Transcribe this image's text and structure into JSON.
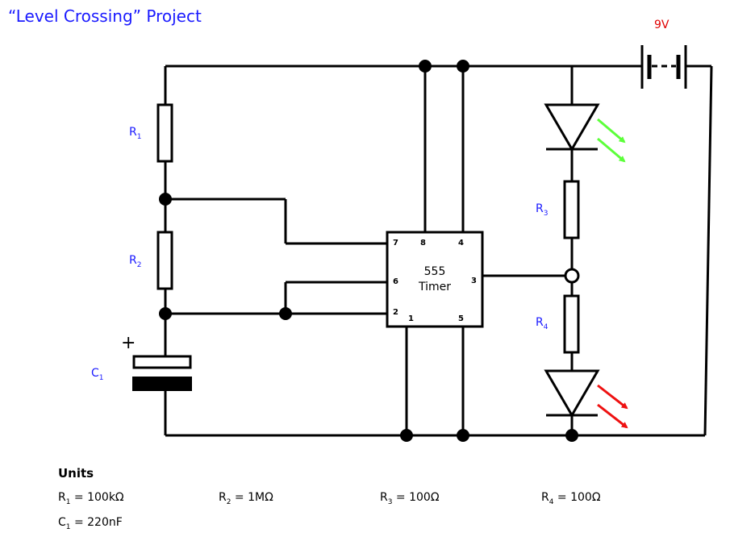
{
  "title": "“Level Crossing” Project",
  "battery_label": "9V",
  "components": {
    "r1": {
      "name": "R",
      "sub": "1"
    },
    "r2": {
      "name": "R",
      "sub": "2"
    },
    "r3": {
      "name": "R",
      "sub": "3"
    },
    "r4": {
      "name": "R",
      "sub": "4"
    },
    "c1": {
      "name": "C",
      "sub": "1"
    },
    "c1_polarity": "+"
  },
  "timer": {
    "line1": "555",
    "line2": "Timer",
    "pins": {
      "p7": "7",
      "p8": "8",
      "p4": "4",
      "p6": "6",
      "p3": "3",
      "p2": "2",
      "p1": "1",
      "p5": "5"
    }
  },
  "colors": {
    "wire": "#000000",
    "label": "#1a1aff",
    "battery_label": "#e00000",
    "led_green": "#5cff3a",
    "led_red": "#ee1111"
  },
  "units": {
    "heading": "Units",
    "r1": {
      "name": "R",
      "sub": "1",
      "value": " = 100kΩ"
    },
    "r2": {
      "name": "R",
      "sub": "2",
      "value": " = 1MΩ"
    },
    "r3": {
      "name": "R",
      "sub": "3",
      "value": " = 100Ω"
    },
    "r4": {
      "name": "R",
      "sub": "4",
      "value": " = 100Ω"
    },
    "c1": {
      "name": "C",
      "sub": "1",
      "value": " = 220nF"
    }
  }
}
